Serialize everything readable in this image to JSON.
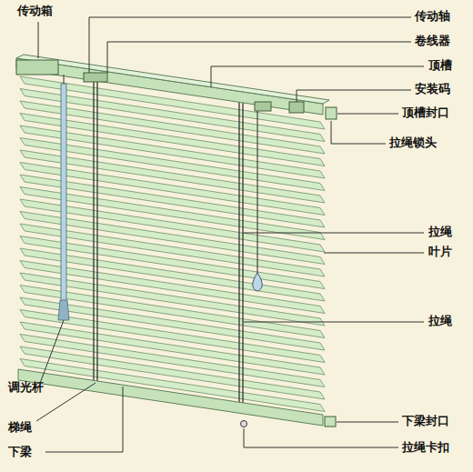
{
  "diagram": {
    "labels": [
      "传动箱",
      "传动轴",
      "卷线器",
      "顶槽",
      "安装码",
      "顶槽封口",
      "拉绳锁头",
      "拉绳",
      "叶片",
      "拉绳",
      "调光杆",
      "梯绳",
      "下梁",
      "下梁封口",
      "拉绳卡扣"
    ]
  }
}
